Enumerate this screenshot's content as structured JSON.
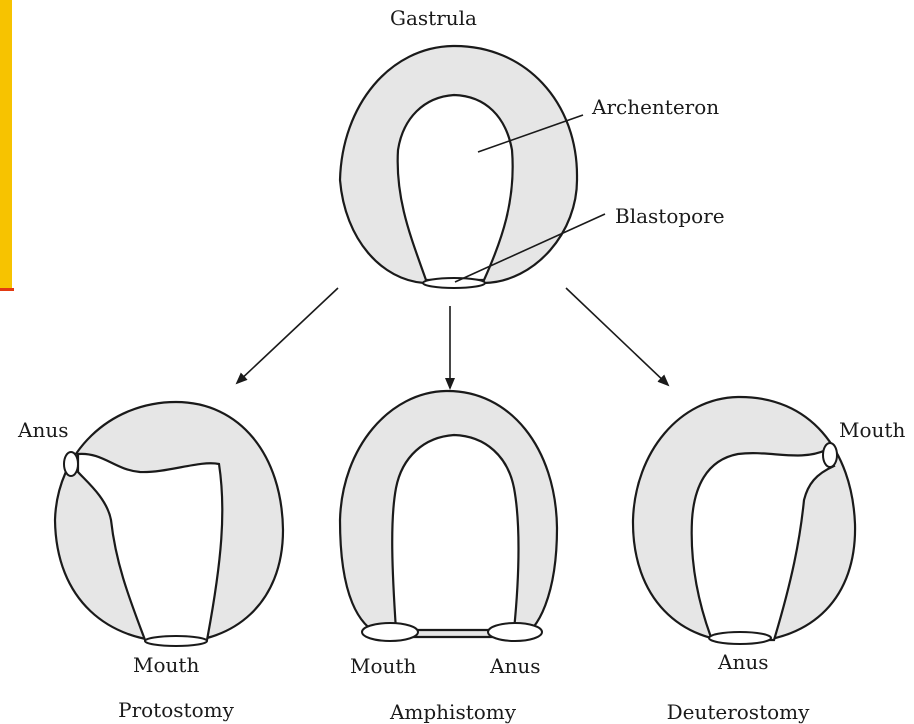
{
  "colors": {
    "shading": "#e6e6e6",
    "stroke": "#1a1a1a",
    "accent_bar": "#f7c300",
    "accent_line": "#e23a12"
  },
  "gastrula": {
    "title": "Gastrula",
    "archenteron": "Archenteron",
    "blastopore": "Blastopore"
  },
  "protostomy": {
    "anus": "Anus",
    "mouth": "Mouth",
    "caption": "Protostomy"
  },
  "amphistomy": {
    "mouth": "Mouth",
    "anus": "Anus",
    "caption": "Amphistomy"
  },
  "deuterostomy": {
    "mouth": "Mouth",
    "anus": "Anus",
    "caption": "Deuterostomy"
  }
}
